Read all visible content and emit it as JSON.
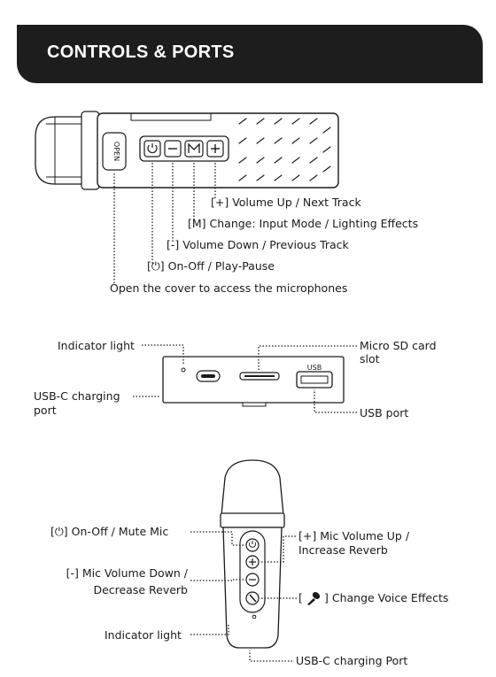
{
  "header": {
    "title": "CONTROLS & PORTS"
  },
  "speaker_top": {
    "open_tab": "OPEN",
    "buttons": [
      "power-button",
      "minus-button",
      "m-button",
      "plus-button"
    ],
    "labels": {
      "plus": "[+] Volume Up / Next  Track",
      "m": "[M] Change: Input Mode / Lighting Effects",
      "minus": "[-] Volume Down / Previous Track",
      "power": "[⏻] On-Off / Play-Pause",
      "cover": "Open the cover to access the microphones"
    }
  },
  "ports_panel": {
    "usb_mark": "USB",
    "labels": {
      "indicator": "Indicator light",
      "usbc_1": "USB-C charging",
      "usbc_2": "port",
      "sd_1": "Micro SD card",
      "sd_2": "slot",
      "usb": "USB port"
    }
  },
  "microphone": {
    "labels": {
      "power": "[⏻] On-Off / Mute Mic",
      "plus_1": "[+] Mic Volume Up /",
      "plus_2": "Increase Reverb",
      "minus_1": "[-] Mic Volume Down /",
      "minus_2": "Decrease Reverb",
      "voice_pre": "[",
      "voice_post": "] Change Voice Effects",
      "indicator": "Indicator light",
      "usbc": "USB-C charging Port"
    }
  }
}
